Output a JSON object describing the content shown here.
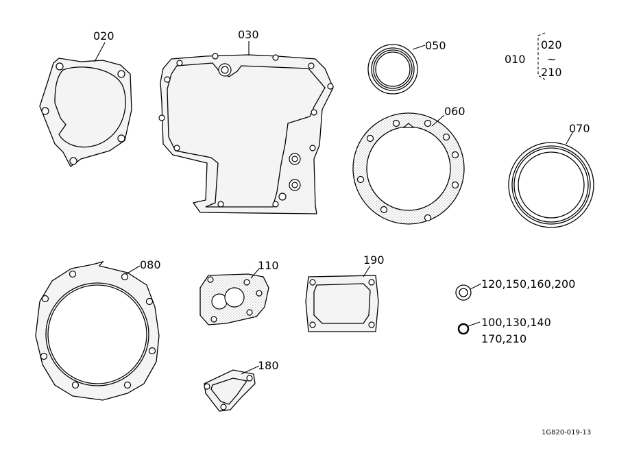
{
  "diagram": {
    "callouts": {
      "c020": "020",
      "c030": "030",
      "c050": "050",
      "c060": "060",
      "c070": "070",
      "c080": "080",
      "c110": "110",
      "c180": "180",
      "c190": "190"
    },
    "range_note": {
      "prefix": "010",
      "from": "020",
      "tilde": "~",
      "to": "210"
    },
    "oring_large_label": "120,150,160,200",
    "oring_small_label_line1": "100,130,140",
    "oring_small_label_line2": "170,210",
    "figure_code": "1G820-019-13"
  }
}
